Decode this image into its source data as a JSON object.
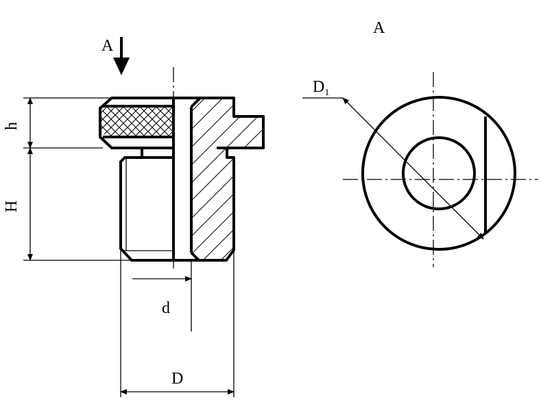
{
  "labels": {
    "view_arrow": "A",
    "view_title": "A",
    "height_small": "h",
    "height_large": "H",
    "bore_diameter": "d",
    "outer_diameter": "D",
    "top_diameter": "D",
    "top_diameter_subscript": "1"
  },
  "colors": {
    "line": "#000000",
    "background": "#ffffff"
  }
}
